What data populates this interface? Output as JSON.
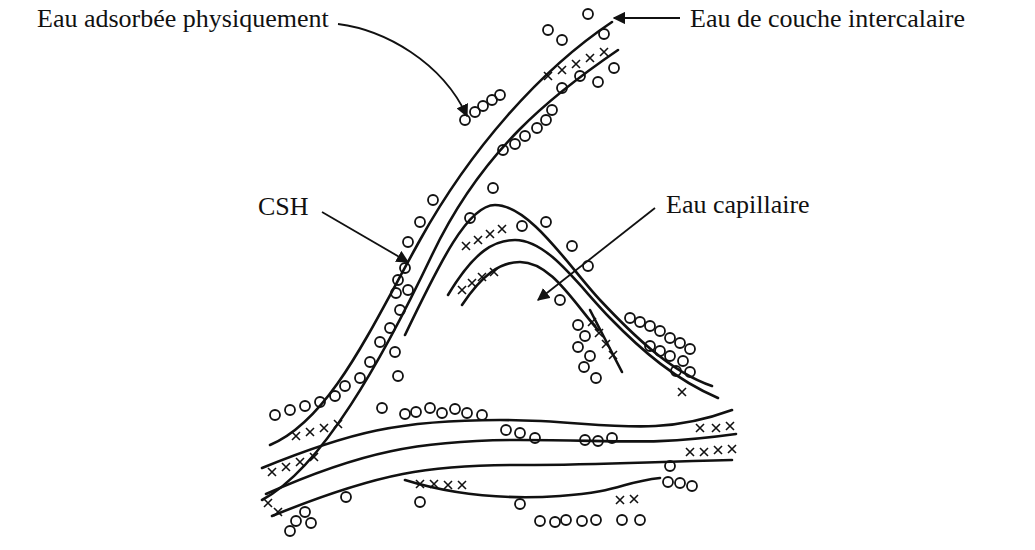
{
  "diagram": {
    "labels": [
      "Eau adsorbée physiquement",
      "Eau de couche intercalaire",
      "CSH",
      "Eau capillaire"
    ]
  }
}
